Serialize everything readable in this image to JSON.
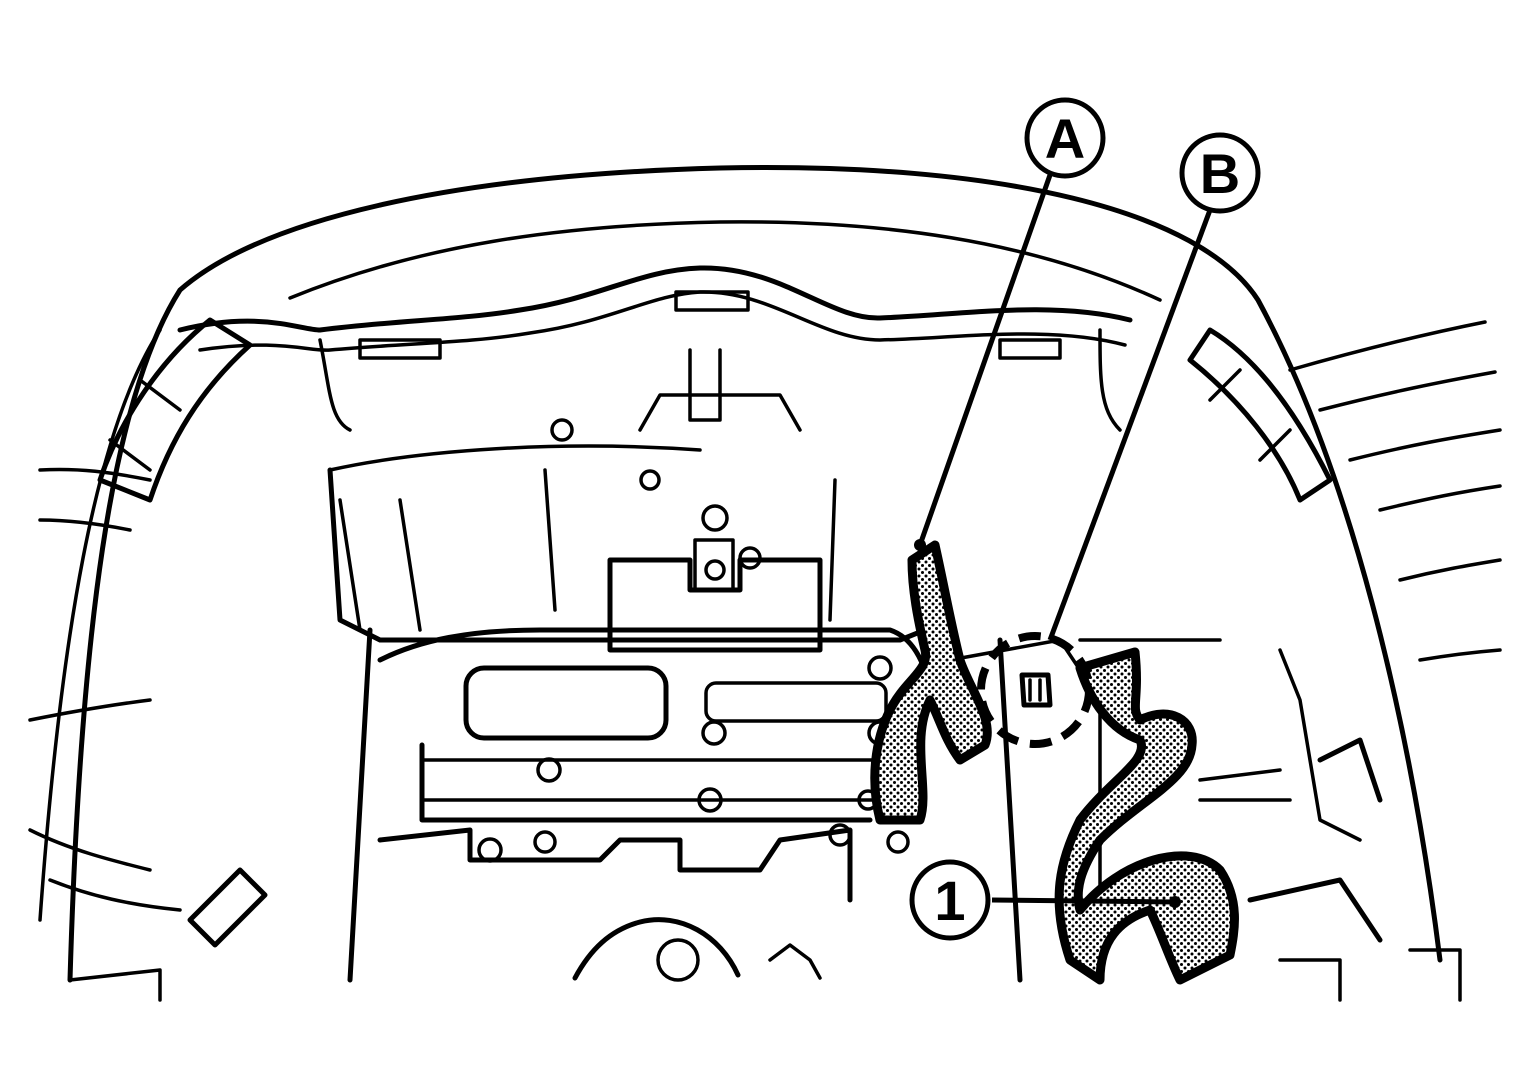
{
  "callouts": {
    "a": "A",
    "b": "B",
    "part_1": "1"
  },
  "colors": {
    "line": "#000000",
    "background": "#ffffff",
    "stipple": "#000000"
  },
  "icons": {
    "tool": "wrench-icon",
    "highlight": "dashed-circle-icon"
  }
}
